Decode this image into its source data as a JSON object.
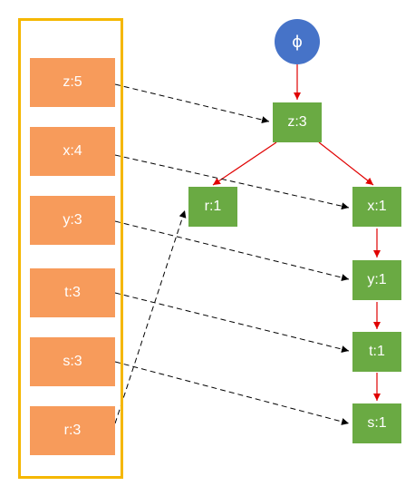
{
  "header_table": {
    "items": [
      {
        "label": "z:5"
      },
      {
        "label": "x:4"
      },
      {
        "label": "y:3"
      },
      {
        "label": "t:3"
      },
      {
        "label": "s:3"
      },
      {
        "label": "r:3"
      }
    ]
  },
  "tree": {
    "root": {
      "label": "ϕ"
    },
    "nodes": {
      "z": {
        "label": "z:3"
      },
      "r": {
        "label": "r:1"
      },
      "x": {
        "label": "x:1"
      },
      "y": {
        "label": "y:1"
      },
      "t": {
        "label": "t:1"
      },
      "s": {
        "label": "s:1"
      }
    }
  },
  "colors": {
    "table_border": "#F5B700",
    "item_fill": "#F79B5B",
    "node_fill": "#6AAA43",
    "root_fill": "#4673C8",
    "tree_edge": "#E00000",
    "link_edge": "#000000"
  }
}
